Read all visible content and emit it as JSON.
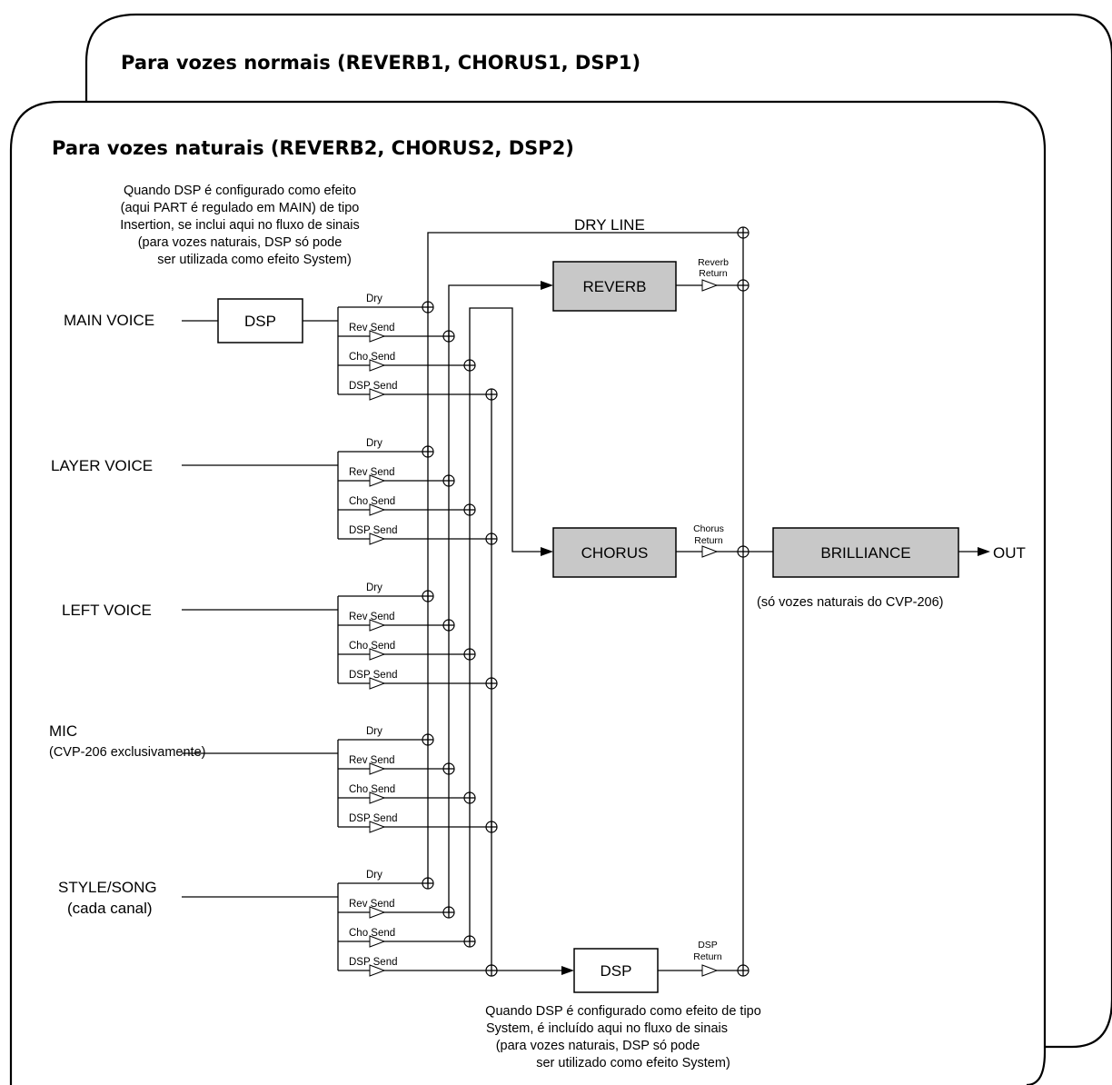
{
  "panels": {
    "normal_title": "Para vozes normais  (REVERB1, CHORUS1, DSP1)",
    "natural_title": "Para vozes naturais  (REVERB2, CHORUS2, DSP2)"
  },
  "note_top": [
    "Quando DSP é configurado como efeito",
    "(aqui PART é regulado em MAIN) de tipo",
    "Insertion, se inclui aqui no fluxo de sinais",
    "(para vozes naturais, DSP só pode",
    "ser utilizada como efeito System)"
  ],
  "note_bottom": [
    "Quando DSP é configurado como efeito de tipo",
    "System, é incluído aqui no fluxo de sinais",
    "(para vozes naturais, DSP só pode",
    "ser utilizado como efeito System)"
  ],
  "inputs": {
    "main": "MAIN VOICE",
    "layer": "LAYER VOICE",
    "left": "LEFT VOICE",
    "mic": "MIC",
    "mic_sub": "(CVP-206 exclusivamente)",
    "style": "STYLE/SONG",
    "style_sub": "(cada canal)"
  },
  "sends": {
    "dry": "Dry",
    "rev": "Rev Send",
    "cho": "Cho Send",
    "dsp": "DSP Send"
  },
  "blocks": {
    "insertion_dsp": "DSP",
    "reverb": "REVERB",
    "chorus": "CHORUS",
    "system_dsp": "DSP",
    "brilliance": "BRILLIANCE"
  },
  "returns": {
    "reverb": [
      "Reverb",
      "Return"
    ],
    "chorus": [
      "Chorus",
      "Return"
    ],
    "dsp": [
      "DSP",
      "Return"
    ]
  },
  "dry_line": "DRY LINE",
  "out": "OUT",
  "brilliance_note": "(só vozes naturais do CVP-206)",
  "colors": {
    "effect_block_fill": "#c8c8c8",
    "line": "#000000"
  }
}
